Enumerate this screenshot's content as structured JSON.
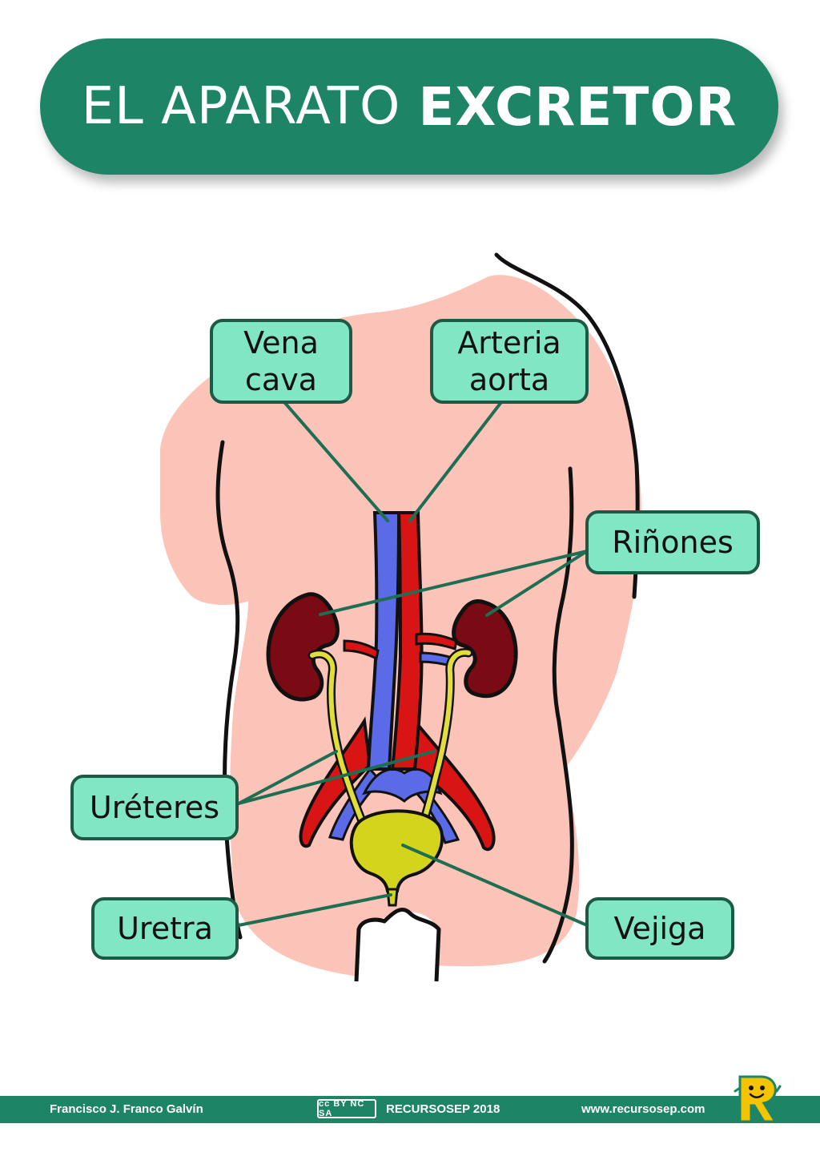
{
  "title": {
    "light": "EL APARATO",
    "bold": "EXCRETOR"
  },
  "labels": {
    "vena_cava": "Vena\ncava",
    "arteria_aorta": "Arteria\naorta",
    "rinones": "Riñones",
    "ureteres": "Uréteres",
    "uretra": "Uretra",
    "vejiga": "Vejiga"
  },
  "footer": {
    "author": "Francisco J. Franco Galvín",
    "license": "cc BY NC SA",
    "brand": "RECURSOSEP 2018",
    "website": "www.recursosep.com"
  },
  "colors": {
    "banner": "#1e8466",
    "label_fill": "#80e6c4",
    "label_border": "#1d5a45",
    "skin": "#fcc4b8",
    "vein": "#5b6be8",
    "artery": "#d91414",
    "kidney": "#7a0a14",
    "ureter": "#e1de3a",
    "bladder": "#d4d41c"
  }
}
